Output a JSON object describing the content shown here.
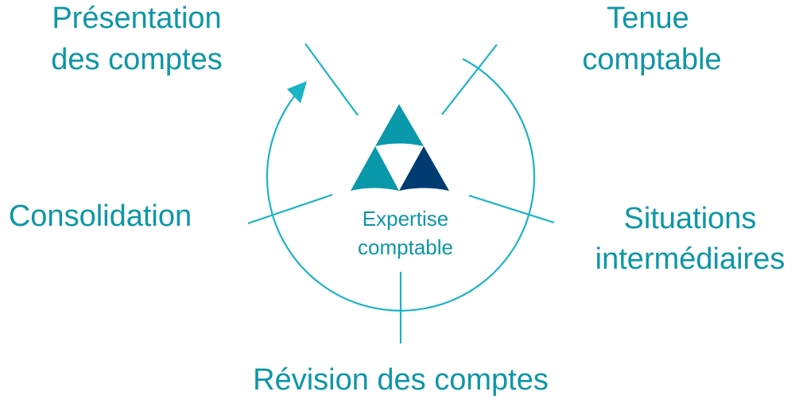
{
  "colors": {
    "accent": "#1bb3c6",
    "text": "#0e96a6",
    "teal": "#0a98ab",
    "navy": "#003b72"
  },
  "center": {
    "line1": "Expertise",
    "line2": "comptable"
  },
  "labels": {
    "presentation": {
      "line1": "Présentation",
      "line2": "des comptes"
    },
    "tenue": {
      "line1": "Tenue",
      "line2": "comptable"
    },
    "consolidation": {
      "line1": "Consolidation"
    },
    "situations": {
      "line1": "Situations",
      "line2": "intermédiaires"
    },
    "revision": {
      "line1": "Révision des comptes"
    }
  }
}
